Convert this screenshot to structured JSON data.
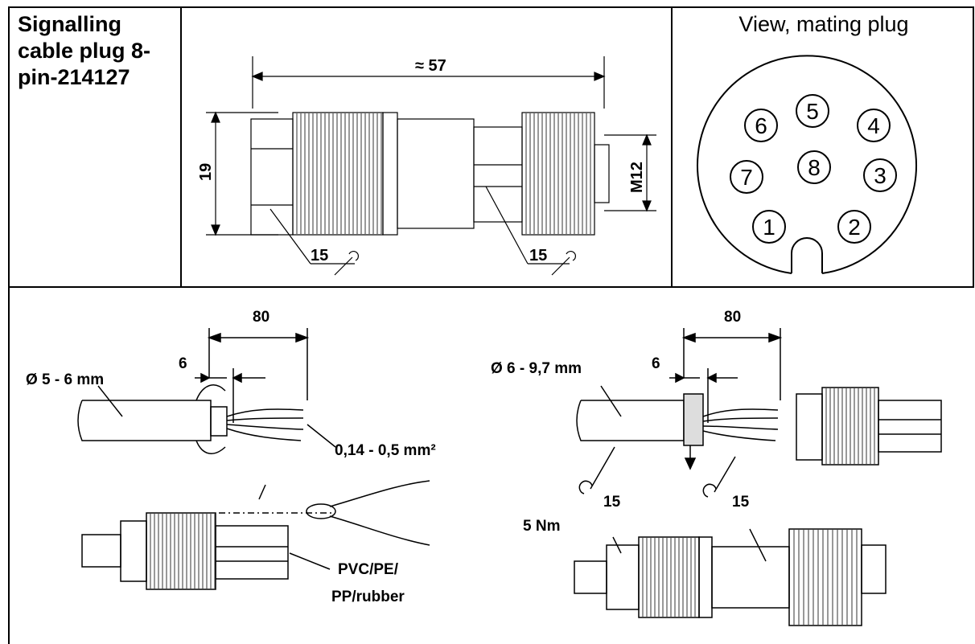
{
  "header": {
    "title": "Signalling cable plug 8-pin-214127",
    "view_label": "View, mating plug"
  },
  "top_drawing": {
    "length_label": "≈ 57",
    "height_label": "19",
    "thread_label": "M12",
    "wrench_left": "15",
    "wrench_right": "15"
  },
  "pin_view": {
    "pins": [
      "1",
      "2",
      "3",
      "4",
      "5",
      "6",
      "7",
      "8"
    ]
  },
  "assembly_left": {
    "strip_length": "80",
    "jacket_length": "6",
    "cable_diameter": "Ø 5 - 6 mm",
    "wire_section": "0,14 - 0,5 mm²",
    "material_line1": "PVC/PE/",
    "material_line2": "PP/rubber"
  },
  "assembly_right": {
    "strip_length": "80",
    "jacket_length": "6",
    "cable_diameter": "Ø 6 - 9,7 mm",
    "torque": "5 Nm",
    "wrench_left": "15",
    "wrench_right": "15"
  }
}
